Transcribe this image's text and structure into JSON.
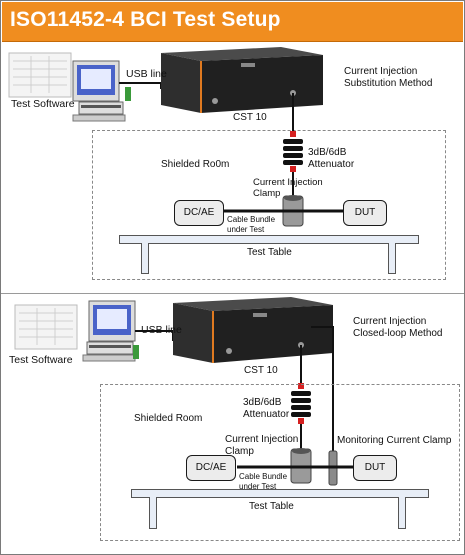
{
  "title": "ISO11452-4 BCI Test Setup",
  "colors": {
    "title_bg": "#f08d1f",
    "attenuator_red": "#d52020",
    "device_body": "#2b2b2b",
    "device_accent": "#e07a20"
  },
  "icons": {
    "pc": "computer-workstation-icon",
    "device": "cst10-generator-icon",
    "attenuator": "attenuator-coil-icon",
    "clamp": "current-clamp-icon"
  },
  "top": {
    "usb_line": "USB line",
    "test_software": "Test Software",
    "device": "CST 10",
    "method": [
      "Current Injection",
      "Substitution Method"
    ],
    "attenuator": [
      "3dB/6dB",
      "Attenuator"
    ],
    "room": "Shielded Ro0m",
    "clamp": [
      "Current Injection",
      "Clamp"
    ],
    "dcae": "DC/AE",
    "dut": "DUT",
    "cable": [
      "Cable Bundle",
      "under Test"
    ],
    "table": "Test Table"
  },
  "bottom": {
    "usb_line": "USB line",
    "test_software": "Test Software",
    "device": "CST 10",
    "method": [
      "Current Injection",
      "Closed-loop Method"
    ],
    "attenuator": [
      "3dB/6dB",
      "Attenuator"
    ],
    "room": "Shielded Room",
    "clamp": [
      "Current Injection",
      "Clamp"
    ],
    "monitor_clamp": "Monitoring Current Clamp",
    "dcae": "DC/AE",
    "dut": "DUT",
    "cable": [
      "Cable Bundle",
      "under Test"
    ],
    "table": "Test Table"
  }
}
